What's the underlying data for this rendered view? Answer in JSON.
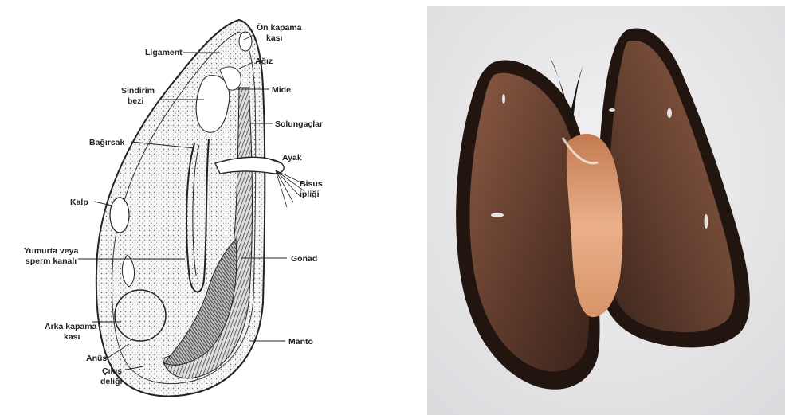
{
  "diagram": {
    "labels": {
      "on_kapama_kasi_1": "Ön kapama",
      "on_kapama_kasi_2": "kası",
      "ligament": "Ligament",
      "agiz": "Ağız",
      "sindirim_bezi_1": "Sindirim",
      "sindirim_bezi_2": "bezi",
      "mide": "Mide",
      "solungaclar": "Solungaçlar",
      "bagirsak": "Bağırsak",
      "ayak": "Ayak",
      "bisus_1": "Bisus",
      "bisus_2": "ipliği",
      "kalp": "Kalp",
      "yumurta_1": "Yumurta veya",
      "yumurta_2": "sperm kanalı",
      "gonad": "Gonad",
      "arka_kapama_1": "Arka kapama",
      "arka_kapama_2": "kası",
      "manto": "Manto",
      "anus": "Anüs",
      "cikis_1": "Çıkış",
      "cikis_2": "deliği"
    }
  },
  "colors": {
    "background": "#ffffff",
    "ink": "#222222",
    "photo_bg": "#e9e9ec",
    "shell_dark": "#2a1a14",
    "shell_inner": "#6a4232",
    "flesh": "#e6a276"
  }
}
